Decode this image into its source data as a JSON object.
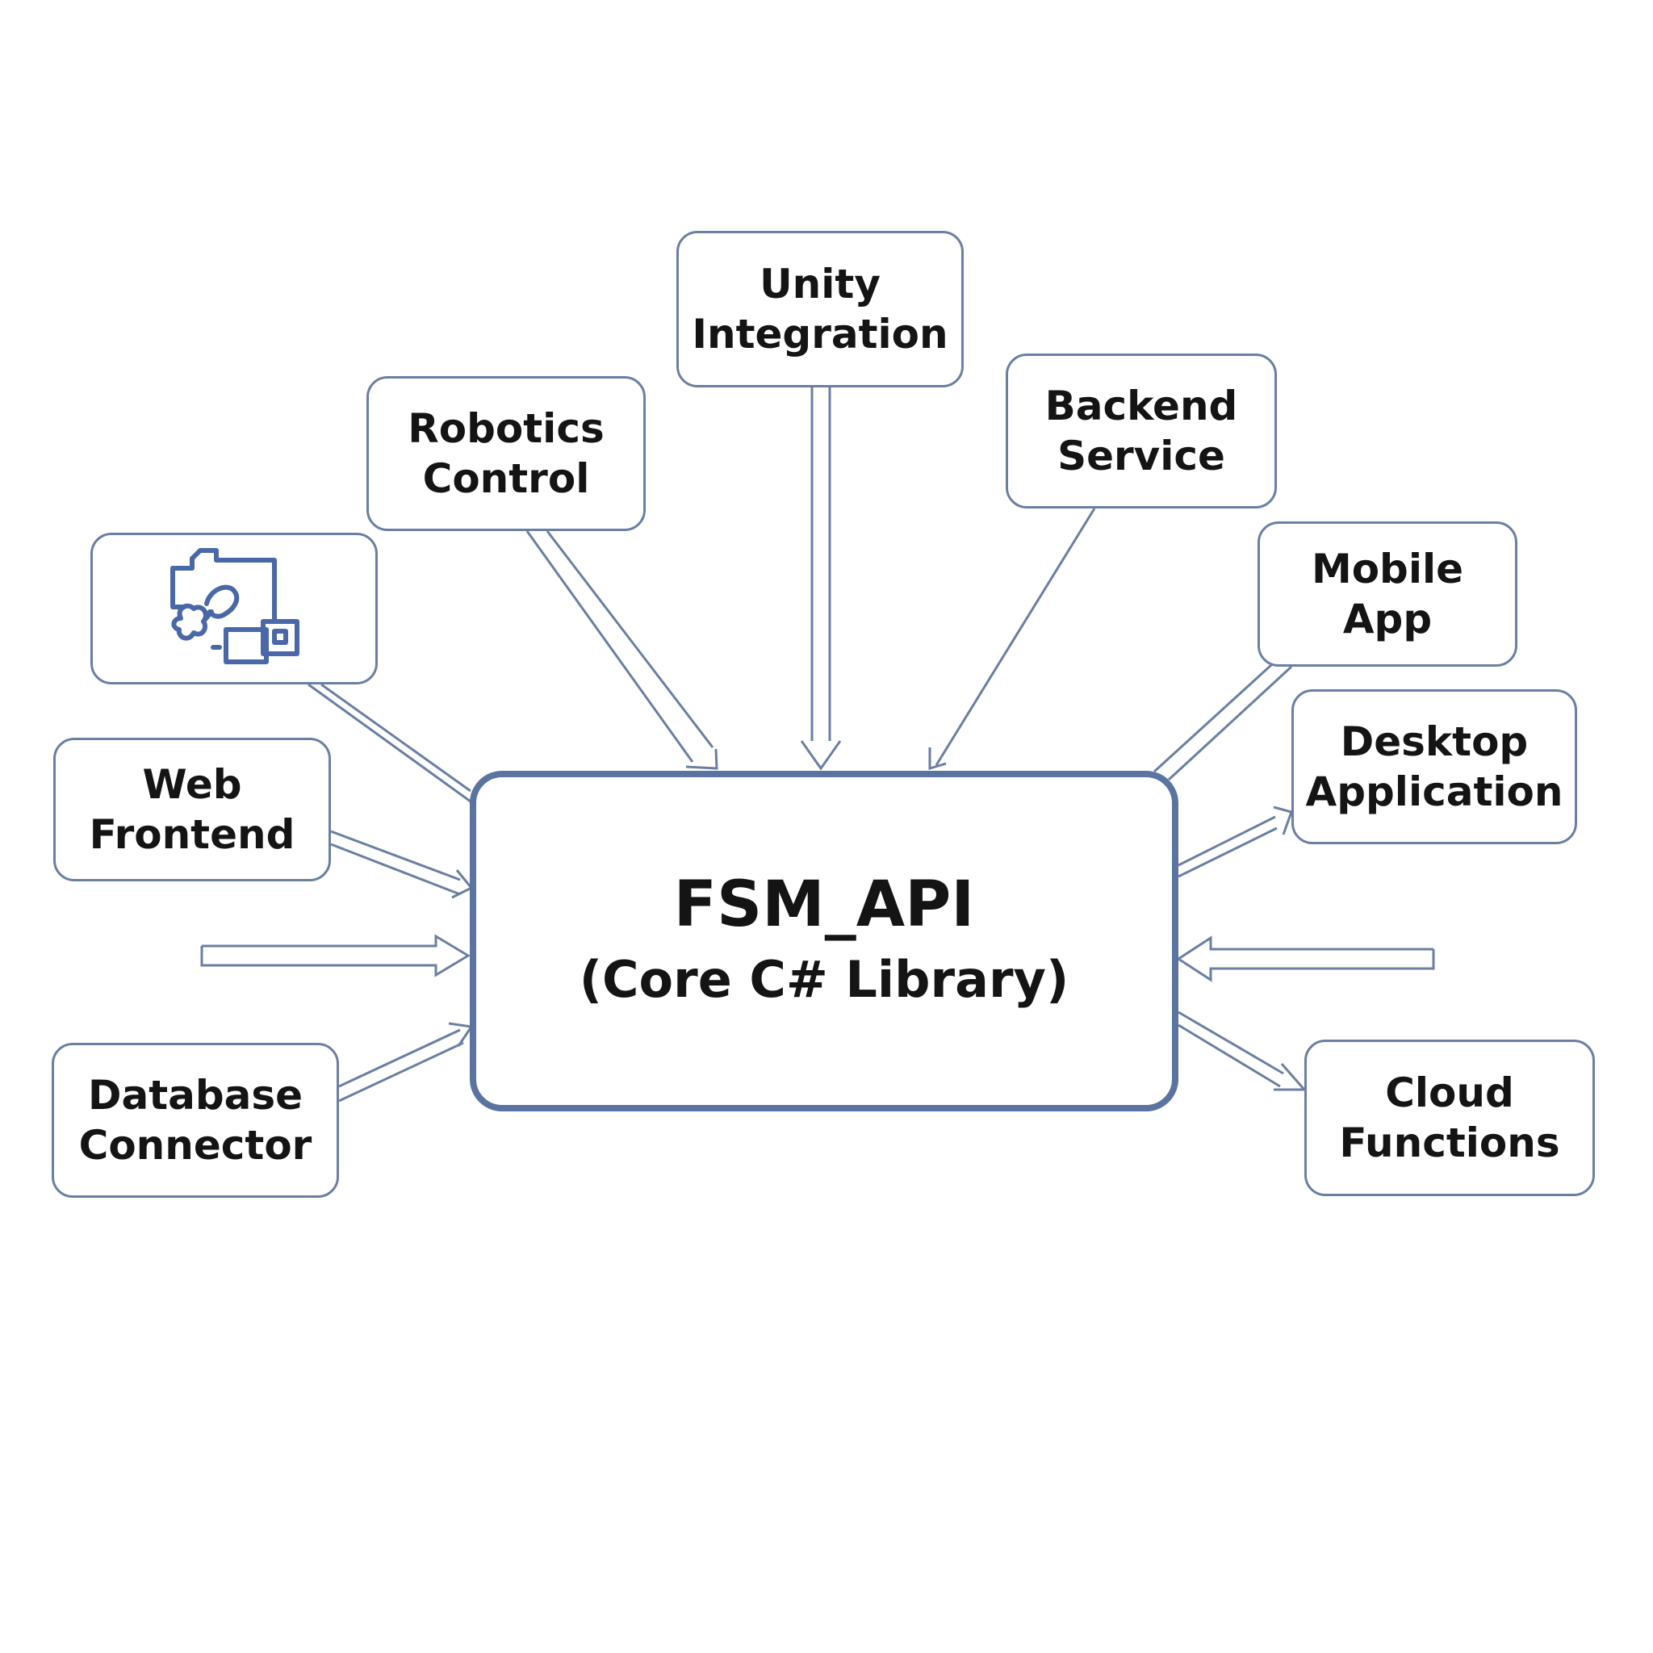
{
  "colors": {
    "node_border": "#6b7fa3",
    "core_border": "#5a73a0",
    "connector": "#6b7fa3",
    "icon": "#4a68a8",
    "background": "#ffffff"
  },
  "core": {
    "title": "FSM_API",
    "subtitle": "(Core C# Library)"
  },
  "nodes": {
    "unity": {
      "line1": "Unity",
      "line2": "Integration"
    },
    "robotics": {
      "line1": "Robotics",
      "line2": "Control"
    },
    "backend": {
      "line1": "Backend",
      "line2": "Service"
    },
    "mobile": {
      "line1": "Mobile",
      "line2": "App"
    },
    "desktop": {
      "line1": "Desktop",
      "line2": "Application"
    },
    "web": {
      "line1": "Web",
      "line2": "Frontend"
    },
    "database": {
      "line1": "Database",
      "line2": "Connector"
    },
    "cloud": {
      "line1": "Cloud",
      "line2": "Functions"
    },
    "icon_node": {
      "icon": "robot-arm-devices-icon"
    }
  }
}
